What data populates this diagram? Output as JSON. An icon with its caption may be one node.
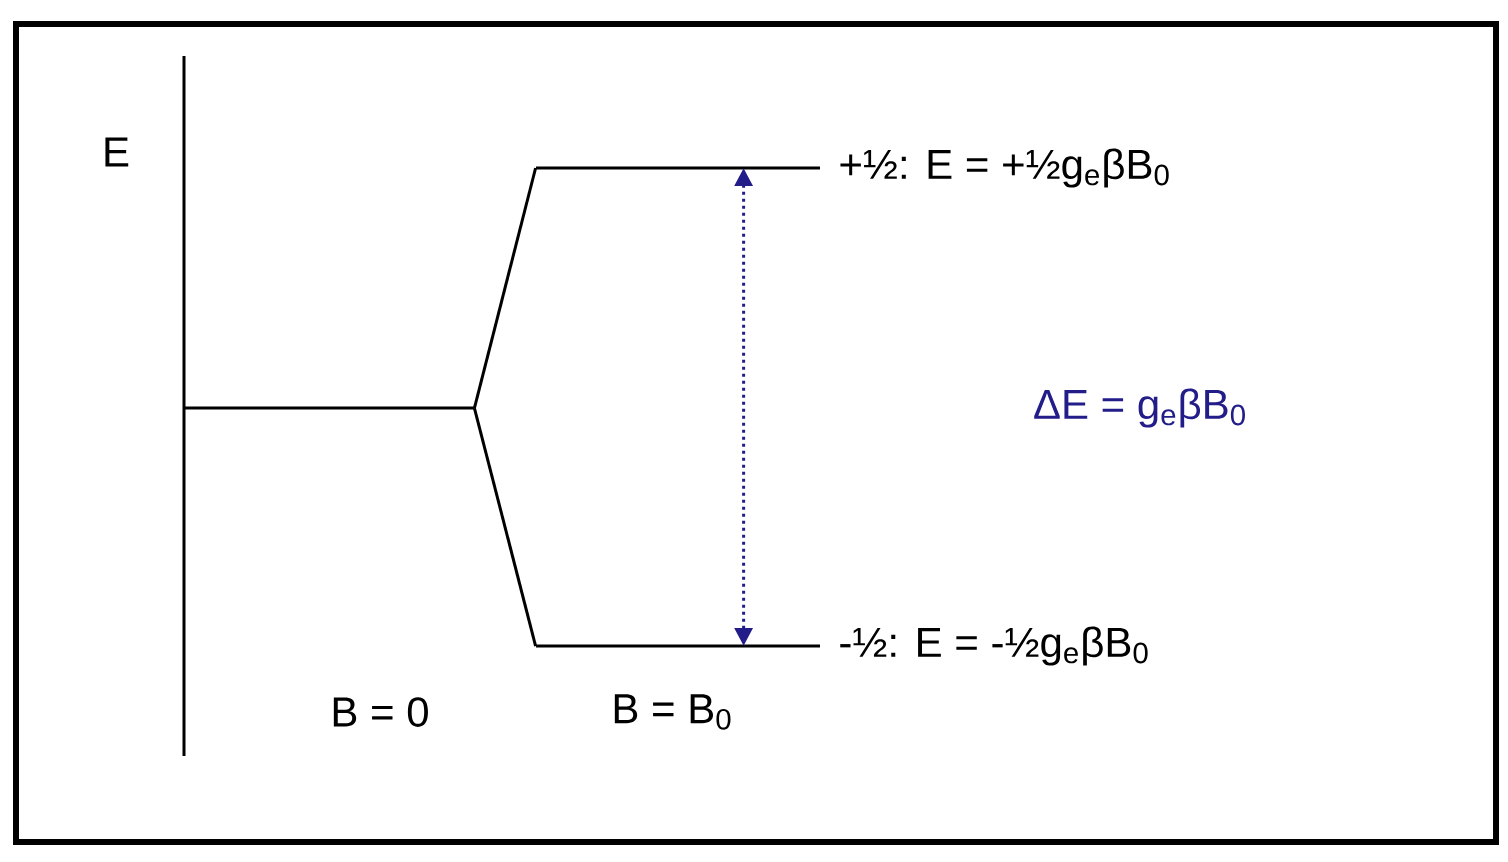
{
  "diagram": {
    "nodes": [
      {
        "text": [],
        "shape": "bar"
      },
      {
        "text": [],
        "shape": "bar",
        "beside": [
          "+½:  E = +½g$_{e}$βB$_{0}$"
        ]
      },
      {
        "text": [],
        "shape": "bar",
        "beside": [
          "-½:  E = -½g$_{e}$βB$_{0}$"
        ]
      }
    ],
    "edges": [
      {
        "from": 0,
        "to": 1,
        "arrow": "none"
      },
      {
        "from": 0,
        "to": 2,
        "arrow": "none"
      },
      {
        "from": 2,
        "to": 1,
        "arrow": "both",
        "style": "dashed",
        "color": "#231d8a"
      }
    ],
    "labels": [
      "E",
      "ΔE = g$_{e}$βB$_{0}$",
      "B = 0",
      "B = B$_{0}$"
    ]
  }
}
